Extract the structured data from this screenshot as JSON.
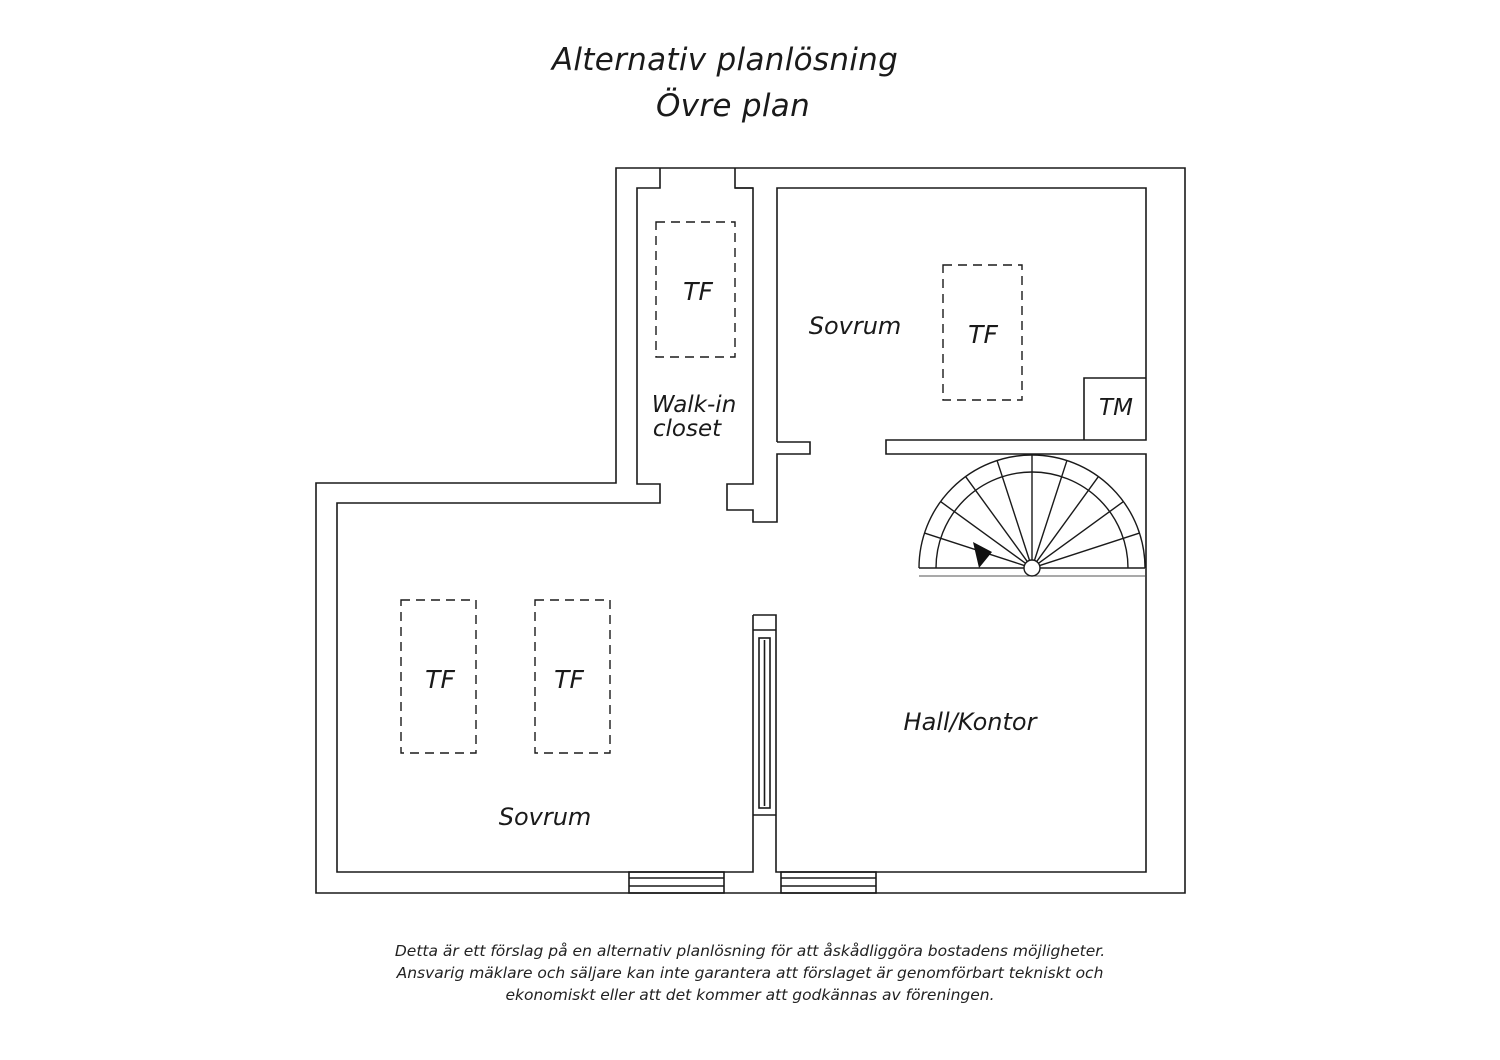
{
  "header": {
    "title": "Alternativ planlösning",
    "subtitle": "Övre plan"
  },
  "rooms": {
    "bedroom_top": "Sovrum",
    "bedroom_bottom": "Sovrum",
    "hall_office": "Hall/Kontor",
    "closet_line1": "Walk-in",
    "closet_line2": "closet",
    "tm_label": "TM"
  },
  "skylights": {
    "label": "TF"
  },
  "footer": {
    "line1": "Detta är ett förslag på en alternativ planlösning för att åskådliggöra bostadens möjligheter.",
    "line2": "Ansvarig mäklare och säljare kan inte garantera att förslaget är genomförbart tekniskt och",
    "line3": "ekonomiskt eller att det kommer att godkännas av föreningen."
  }
}
